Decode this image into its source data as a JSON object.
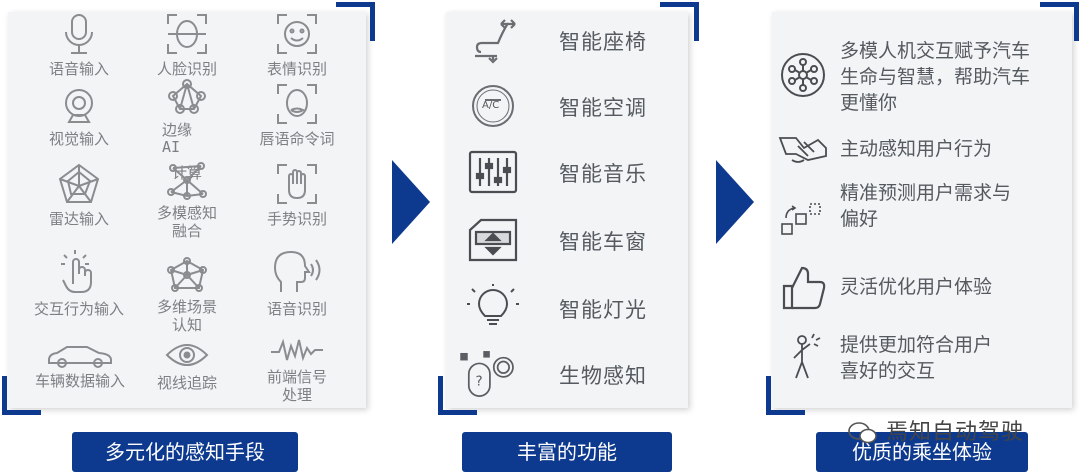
{
  "panel1": {
    "cells": [
      {
        "label": "语音输入",
        "icon": "microphone-icon"
      },
      {
        "label": "人脸识别",
        "icon": "face-recognition-icon"
      },
      {
        "label": "表情识别",
        "icon": "expression-icon"
      },
      {
        "label": "视觉输入",
        "icon": "camera-icon"
      },
      {
        "label": "边缘AI计算",
        "icon": "edge-ai-icon",
        "sub_a": "边缘",
        "sub_b": "AI",
        "sub_c": "计算"
      },
      {
        "label": "唇语命令词",
        "icon": "lip-reading-icon"
      },
      {
        "label": "雷达输入",
        "icon": "radar-icon"
      },
      {
        "label": "多模感知融合",
        "icon": "fusion-icon",
        "line1": "多模感知",
        "line2": "融合"
      },
      {
        "label": "手势识别",
        "icon": "hand-gesture-icon"
      },
      {
        "label": "交互行为输入",
        "icon": "touch-icon"
      },
      {
        "label": "多维场景认知",
        "icon": "network-icon",
        "line1": "多维场景",
        "line2": "认知"
      },
      {
        "label": "语音识别",
        "icon": "speaking-head-icon"
      },
      {
        "label": "车辆数据输入",
        "icon": "car-icon"
      },
      {
        "label": "视线追踪",
        "icon": "eye-tracking-icon"
      },
      {
        "label": "前端信号处理",
        "icon": "signal-icon",
        "line1": "前端信号",
        "line2": "处理"
      }
    ],
    "caption": "多元化的感知手段"
  },
  "panel2": {
    "features": [
      {
        "label": "智能座椅",
        "icon": "seat-icon"
      },
      {
        "label": "智能空调",
        "icon": "ac-icon",
        "icon_text": "A/C"
      },
      {
        "label": "智能音乐",
        "icon": "equalizer-icon"
      },
      {
        "label": "智能车窗",
        "icon": "window-icon"
      },
      {
        "label": "智能灯光",
        "icon": "lightbulb-icon"
      },
      {
        "label": "生物感知",
        "icon": "bio-sensing-icon"
      }
    ],
    "caption": "丰富的功能"
  },
  "panel3": {
    "items": [
      {
        "lines": [
          "多模人机交互赋予汽车",
          "生命与智慧，帮助汽车",
          "更懂你"
        ],
        "icon": "hub-icon"
      },
      {
        "lines": [
          "主动感知用户行为"
        ],
        "icon": "hands-icon"
      },
      {
        "lines": [
          "精准预测用户需求与",
          "偏好"
        ],
        "icon": "steps-icon"
      },
      {
        "lines": [
          "灵活优化用户体验"
        ],
        "icon": "thumbs-up-icon"
      },
      {
        "lines": [
          "提供更加符合用户",
          "喜好的交互"
        ],
        "icon": "person-icon"
      }
    ],
    "caption": "优质的乘坐体验"
  },
  "watermark": "焉知自动驾驶",
  "colors": {
    "accent": "#0d3a8f",
    "panel": "#f3f4f6",
    "text": "#555a60",
    "icon": "#8a8c90"
  }
}
